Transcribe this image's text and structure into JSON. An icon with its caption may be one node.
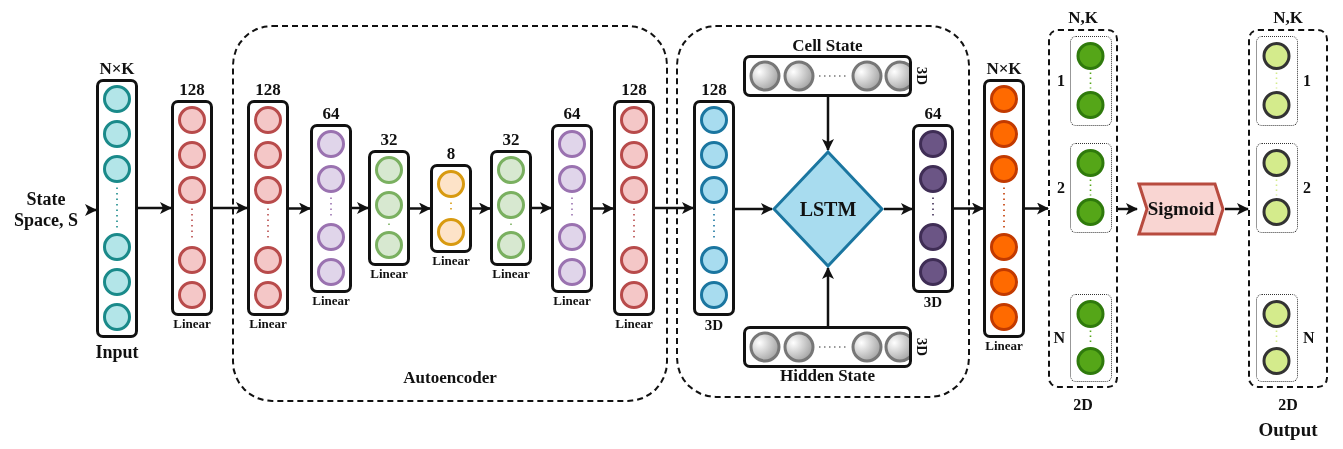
{
  "diagram": {
    "nodes": [
      {
        "text": [
          "State Space, S"
        ]
      },
      {
        "text": [
          "N×K"
        ],
        "beside": [
          "Input"
        ]
      },
      {
        "text": [
          "128",
          "Linear"
        ]
      },
      {
        "text": [
          "Autoencoder"
        ]
      },
      {
        "text": [
          "128",
          "Linear"
        ],
        "in": 3
      },
      {
        "text": [
          "64",
          "Linear"
        ],
        "in": 3
      },
      {
        "text": [
          "32",
          "Linear"
        ],
        "in": 3
      },
      {
        "text": [
          "8",
          "Linear"
        ],
        "in": 3
      },
      {
        "text": [
          "32",
          "Linear"
        ],
        "in": 3
      },
      {
        "text": [
          "64",
          "Linear"
        ],
        "in": 3
      },
      {
        "text": [
          "128",
          "Linear"
        ],
        "in": 3
      },
      {
        "text": [],
        "shape": "box"
      },
      {
        "text": [
          "128",
          "3D"
        ],
        "in": 11
      },
      {
        "text": [
          "Cell State"
        ],
        "beside": [
          "3D"
        ],
        "in": 11
      },
      {
        "text": [
          "LSTM"
        ],
        "in": 11
      },
      {
        "text": [
          "Hidden State"
        ],
        "beside": [
          "3D"
        ],
        "in": 11
      },
      {
        "text": [
          "64",
          "3D"
        ],
        "in": 11
      },
      {
        "text": [
          "N×K",
          "Linear"
        ]
      },
      {
        "text": [
          "N,K",
          "2D"
        ]
      },
      {
        "text": [],
        "shape": "box",
        "beside": [
          "1"
        ],
        "in": 18
      },
      {
        "text": [],
        "shape": "box",
        "beside": [
          "2"
        ],
        "in": 18
      },
      {
        "text": [],
        "shape": "box",
        "beside": [
          "N"
        ],
        "in": 18
      },
      {
        "text": [
          "Sigmoid"
        ]
      },
      {
        "text": [
          "N,K",
          "2D"
        ],
        "beside": [
          "Output"
        ]
      },
      {
        "text": [],
        "shape": "box",
        "beside": [
          "1"
        ],
        "in": 23
      },
      {
        "text": [],
        "shape": "box",
        "beside": [
          "2"
        ],
        "in": 23
      },
      {
        "text": [],
        "shape": "box",
        "beside": [
          "N"
        ],
        "in": 23
      }
    ],
    "edges": [
      {
        "from": 0,
        "to": 1,
        "arrow": "to"
      },
      {
        "from": 1,
        "to": 2,
        "arrow": "to"
      },
      {
        "from": 2,
        "to": 4,
        "arrow": "to"
      },
      {
        "from": 4,
        "to": 5,
        "arrow": "to"
      },
      {
        "from": 5,
        "to": 6,
        "arrow": "to"
      },
      {
        "from": 6,
        "to": 7,
        "arrow": "to"
      },
      {
        "from": 7,
        "to": 8,
        "arrow": "to"
      },
      {
        "from": 8,
        "to": 9,
        "arrow": "to"
      },
      {
        "from": 9,
        "to": 10,
        "arrow": "to"
      },
      {
        "from": 10,
        "to": 12,
        "arrow": "to"
      },
      {
        "from": 12,
        "to": 14,
        "arrow": "to"
      },
      {
        "from": 13,
        "to": 14,
        "arrow": "to"
      },
      {
        "from": 15,
        "to": 14,
        "arrow": "to"
      },
      {
        "from": 14,
        "to": 16,
        "arrow": "to"
      },
      {
        "from": 16,
        "to": 17,
        "arrow": "to"
      },
      {
        "from": 17,
        "to": 18,
        "arrow": "to"
      },
      {
        "from": 18,
        "to": 22,
        "arrow": "to"
      },
      {
        "from": 22,
        "to": 23,
        "arrow": "to"
      }
    ]
  }
}
